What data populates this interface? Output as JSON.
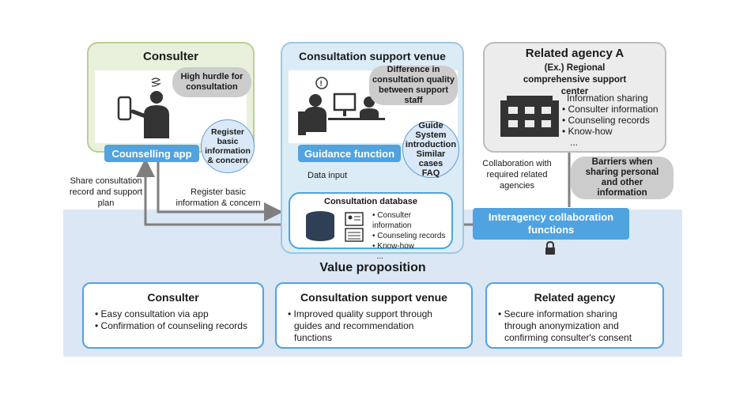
{
  "consulter": {
    "title": "Consulter",
    "bubble": "High hurdle for consultation",
    "app_label": "Counselling app",
    "circle": "Register basic information & concern"
  },
  "venue": {
    "title": "Consultation support venue",
    "bubble": "Difference in consultation quality between support staff",
    "guidance_label": "Guidance function",
    "circle": [
      "Guide",
      "System introduction",
      "Similar cases",
      "FAQ"
    ],
    "data_input": "Data input",
    "db_title": "Consultation database",
    "db_items": [
      "Consulter information",
      "Counseling records",
      "Know-how",
      "..."
    ]
  },
  "agency": {
    "title": "Related agency A",
    "subtitle": "(Ex.) Regional comprehensive support center",
    "info_title": "Information sharing",
    "info_items": [
      "Consulter information",
      "Counseling records",
      "Know-how",
      "..."
    ],
    "bubble": "Barriers when sharing personal and other information"
  },
  "flows": {
    "share": "Share consultation record and support plan",
    "register": "Register basic information & concern",
    "collaboration": "Collaboration with required related agencies",
    "interagency": "Interagency collaboration functions"
  },
  "value": {
    "title": "Value proposition",
    "cards": [
      {
        "title": "Consulter",
        "items": [
          "Easy consultation via app",
          "Confirmation of counseling records"
        ]
      },
      {
        "title": "Consultation support venue",
        "items": [
          "Improved quality support through guides and recommendation functions"
        ]
      },
      {
        "title": "Related agency",
        "items": [
          "Secure information sharing through anonymization and confirming consulter's consent"
        ]
      }
    ]
  },
  "colors": {
    "accent": "#4fa3e0",
    "band": "#dbe7f5",
    "arrow": "#7f7f7f"
  }
}
